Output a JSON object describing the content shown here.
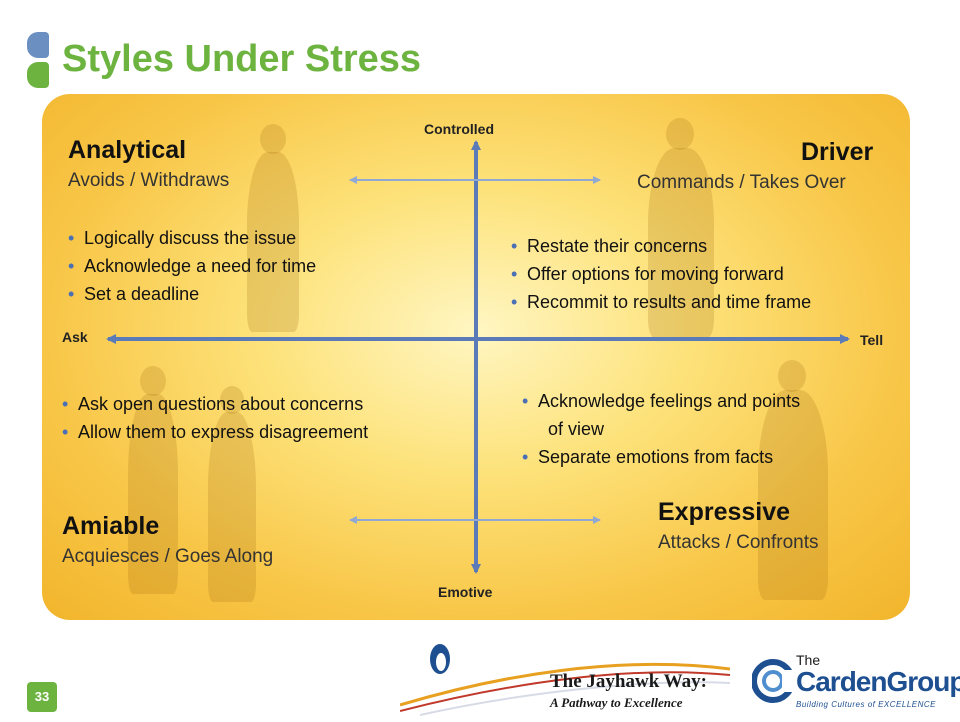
{
  "slide": {
    "title": "Styles Under Stress",
    "number": "33",
    "accent_color": "#6db33f",
    "panel_color": "#f8c647"
  },
  "axes": {
    "top": "Controlled",
    "bottom": "Emotive",
    "left": "Ask",
    "right": "Tell",
    "arrow_color": "#5b7bb8"
  },
  "quadrants": {
    "analytical": {
      "title": "Analytical",
      "subtitle": "Avoids / Withdraws",
      "bullets": [
        "Logically discuss the issue",
        "Acknowledge a need for time",
        "Set a deadline"
      ]
    },
    "driver": {
      "title": "Driver",
      "subtitle": "Commands / Takes Over",
      "bullets": [
        "Restate their concerns",
        "Offer options for moving forward",
        "Recommit to results and time frame"
      ]
    },
    "amiable": {
      "title": "Amiable",
      "subtitle": "Acquiesces / Goes Along",
      "bullets": [
        "Ask open questions about concerns",
        "Allow them to express disagreement"
      ]
    },
    "expressive": {
      "title": "Expressive",
      "subtitle": "Attacks / Confronts",
      "bullets": [
        "Acknowledge feelings and points",
        "of view",
        "Separate emotions from facts"
      ]
    }
  },
  "logos": {
    "jayhawk_line1": "The Jayhawk Way:",
    "jayhawk_line2": "A Pathway to Excellence",
    "carden_the": "The",
    "carden_name": "CardenGroup",
    "carden_tagline": "Building Cultures of EXCELLENCE"
  }
}
